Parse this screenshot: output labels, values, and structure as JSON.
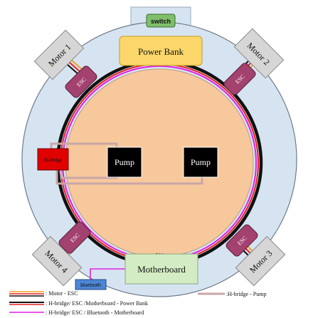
{
  "labels": {
    "switch": "switch",
    "power_bank": "Power Bank",
    "motherboard": "Motherboard",
    "bluetooth": "bluetooth",
    "hbridge": "H-bridge",
    "pump_left": "Pump",
    "pump_right": "Pump",
    "esc": "ESC",
    "motor_1": "Motor 1",
    "motor_2": "Motor 2",
    "motor_3": "Motor 3",
    "motor_4": "Motor 4"
  },
  "legend": {
    "motor_esc": ": Motor - ESC",
    "hbridge_esc_motherboard_power": ": H-bridge/ ESC /Motherboard - Power Bank",
    "hbridge_esc_bluetooth_motherboard": ": H-bridge/ ESC / Bluetooth - Motherboard",
    "hbridge_pump": ":H-bridge - Pump"
  },
  "colors": {
    "outer_disc": "#d6e4f2",
    "inner_disc": "#f8c89d",
    "esc": "#a3416f",
    "motor": "#d6d6d6",
    "power_bank": "#fbd66a",
    "motherboard": "#d3ecc4",
    "switch": "#7fbf6b",
    "bluetooth": "#4d86d6",
    "hbridge": "#e00000",
    "pump": "#000000",
    "wire_black": "#111111",
    "wire_red": "#e52222",
    "wire_magenta": "#e020e0",
    "wire_pink": "#d9a6a6"
  }
}
